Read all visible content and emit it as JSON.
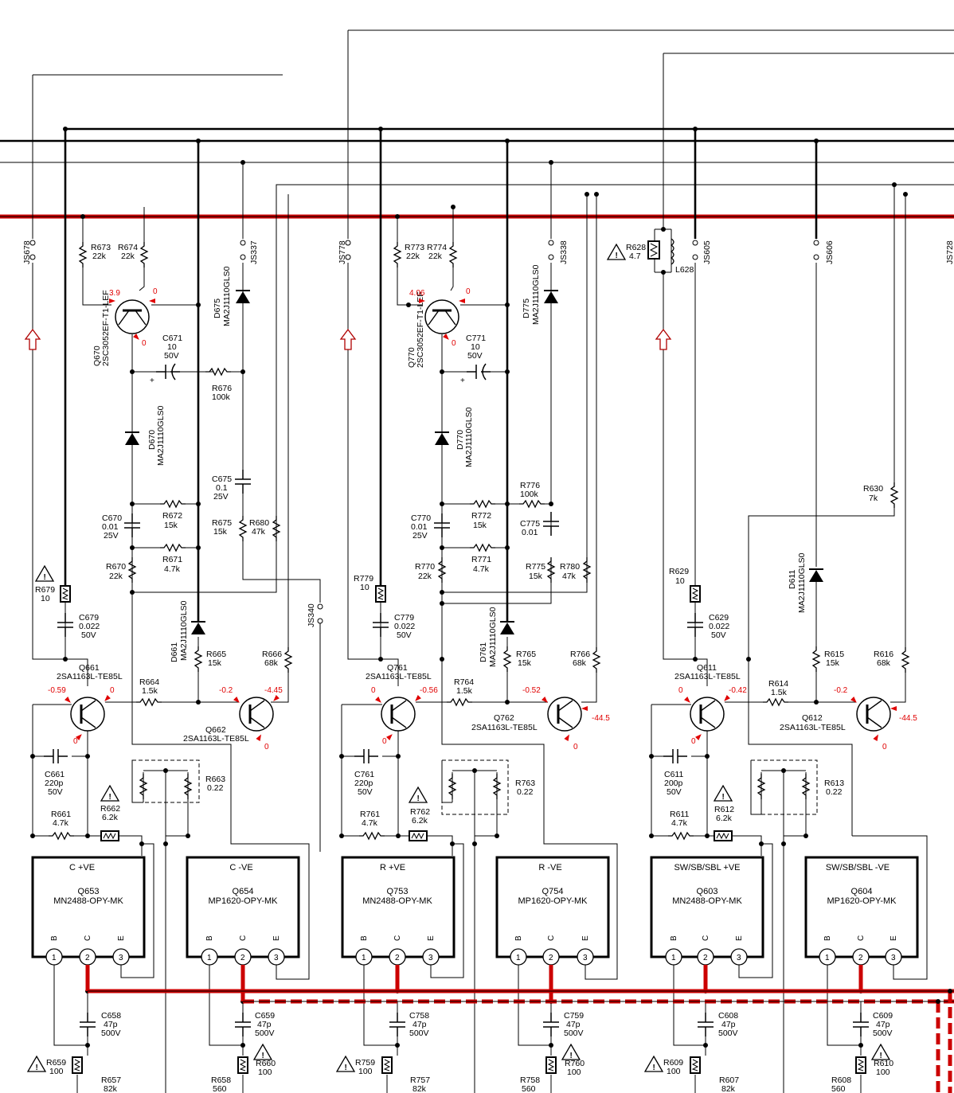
{
  "colors": {
    "wire": "#000000",
    "rail": "#cc0000",
    "voltage": "#e00000"
  },
  "jumpers": [
    {
      "id": "js678",
      "label": "JS678"
    },
    {
      "id": "js337",
      "label": "JS337"
    },
    {
      "id": "js778",
      "label": "JS778"
    },
    {
      "id": "js338",
      "label": "JS338"
    },
    {
      "id": "js605",
      "label": "JS605"
    },
    {
      "id": "js606",
      "label": "JS606"
    },
    {
      "id": "js728",
      "label": "JS728"
    },
    {
      "id": "js340",
      "label": "JS340"
    }
  ],
  "channels": [
    {
      "id": "c",
      "rs": [
        {
          "id": "a",
          "ref": "R673",
          "val": "22k"
        },
        {
          "id": "b",
          "ref": "R674",
          "val": "22k"
        },
        {
          "id": "c",
          "ref": "R676",
          "val": "100k"
        },
        {
          "id": "d",
          "ref": "R672",
          "val": "15k"
        },
        {
          "id": "e",
          "ref": "R671",
          "val": "4.7k"
        },
        {
          "id": "f",
          "ref": "R670",
          "val": "22k"
        },
        {
          "id": "g",
          "ref": "R675",
          "val": "15k"
        },
        {
          "id": "h",
          "ref": "R680",
          "val": "47k"
        },
        {
          "id": "i",
          "ref": "R665",
          "val": "15k"
        },
        {
          "id": "j",
          "ref": "R666",
          "val": "68k"
        },
        {
          "id": "k",
          "ref": "R664",
          "val": "1.5k"
        },
        {
          "id": "l",
          "ref": "R663",
          "val": "0.22"
        },
        {
          "id": "m",
          "ref": "R661",
          "val": "4.7k"
        }
      ],
      "caps": [
        {
          "id": "a",
          "ref": "C671",
          "v1": "10",
          "v2": "50V"
        },
        {
          "id": "b",
          "ref": "C675",
          "v1": "0.1",
          "v2": "25V"
        },
        {
          "id": "c",
          "ref": "C670",
          "v1": "0.01",
          "v2": "25V"
        },
        {
          "id": "d",
          "ref": "C679",
          "v1": "0.022",
          "v2": "50V"
        },
        {
          "id": "e",
          "ref": "C661",
          "v1": "220p",
          "v2": "50V"
        }
      ],
      "fuses": [
        {
          "id": "a",
          "ref": "R679",
          "val": "10"
        },
        {
          "id": "b",
          "ref": "R662",
          "val": "6.2k"
        }
      ],
      "diodes": [
        {
          "id": "a",
          "ref": "D675",
          "part": "MA2J1110GLS0"
        },
        {
          "id": "b",
          "ref": "D670",
          "part": "MA2J1110GLS0"
        },
        {
          "id": "c",
          "ref": "D661",
          "part": "MA2J1110GLS0"
        }
      ],
      "q_top": {
        "ref": "Q670",
        "part": "2SC3052EF-T1-LEF",
        "vb": "3.9",
        "vc": "0",
        "ve": "0"
      },
      "q_left": {
        "ref": "Q661",
        "part": "2SA1163L-TE85L",
        "vb": "-0.59",
        "vc": "0",
        "ve": "0"
      },
      "q_right": {
        "ref": "Q662",
        "part": "2SA1163L-TE85L",
        "vb": "-0.2",
        "vc": "-4.45",
        "ve": "0"
      },
      "boxes": [
        {
          "id": "a",
          "title": "C +VE",
          "ref": "Q653",
          "part": "MN2488-OPY-MK"
        },
        {
          "id": "b",
          "title": "C -VE",
          "ref": "Q654",
          "part": "MP1620-OPY-MK"
        }
      ],
      "bottom": [
        {
          "id": "a",
          "cap": "C658",
          "cv1": "47p",
          "cv2": "500V",
          "fuse": "R659",
          "fv": "100",
          "r": "R657",
          "rv": "82k"
        },
        {
          "id": "b",
          "cap": "C659",
          "cv1": "47p",
          "cv2": "500V",
          "fuse": "R660",
          "fv": "100",
          "r": "R658",
          "rv": "560"
        }
      ]
    },
    {
      "id": "r",
      "rs": [
        {
          "id": "a",
          "ref": "R773",
          "val": "22k"
        },
        {
          "id": "b",
          "ref": "R774",
          "val": "22k"
        },
        {
          "id": "c",
          "ref": "R776",
          "val": "100k"
        },
        {
          "id": "d",
          "ref": "R772",
          "val": "15k"
        },
        {
          "id": "e",
          "ref": "R771",
          "val": "4.7k"
        },
        {
          "id": "f",
          "ref": "R770",
          "val": "22k"
        },
        {
          "id": "g",
          "ref": "R775",
          "val": "15k"
        },
        {
          "id": "h",
          "ref": "R780",
          "val": "47k"
        },
        {
          "id": "i",
          "ref": "R765",
          "val": "15k"
        },
        {
          "id": "j",
          "ref": "R766",
          "val": "68k"
        },
        {
          "id": "k",
          "ref": "R764",
          "val": "1.5k"
        },
        {
          "id": "l",
          "ref": "R763",
          "val": "0.22"
        },
        {
          "id": "m",
          "ref": "R761",
          "val": "4.7k"
        }
      ],
      "caps": [
        {
          "id": "a",
          "ref": "C771",
          "v1": "10",
          "v2": "50V"
        },
        {
          "id": "b",
          "ref": "C775",
          "v1": "0.01",
          "v2": ""
        },
        {
          "id": "c",
          "ref": "C770",
          "v1": "0.01",
          "v2": "25V"
        },
        {
          "id": "d",
          "ref": "C779",
          "v1": "0.022",
          "v2": "50V"
        },
        {
          "id": "e",
          "ref": "C761",
          "v1": "220p",
          "v2": "50V"
        }
      ],
      "fuses": [
        {
          "id": "a",
          "ref": "R779",
          "val": "10"
        },
        {
          "id": "b",
          "ref": "R762",
          "val": "6.2k"
        }
      ],
      "diodes": [
        {
          "id": "a",
          "ref": "D775",
          "part": "MA2J1110GLS0"
        },
        {
          "id": "b",
          "ref": "D770",
          "part": "MA2J1110GLS0"
        },
        {
          "id": "c",
          "ref": "D761",
          "part": "MA2J1110GLS0"
        }
      ],
      "q_top": {
        "ref": "Q770",
        "part": "2SC3052EF-T1-LEF",
        "vb": "4.06",
        "vc": "0",
        "ve": "0"
      },
      "q_left": {
        "ref": "Q761",
        "part": "2SA1163L-TE85L",
        "vb": "0",
        "vc": "-0.56",
        "ve": "0"
      },
      "q_right": {
        "ref": "Q762",
        "part": "2SA1163L-TE85L",
        "vb": "-0.52",
        "vc": "-44.5",
        "ve": "0"
      },
      "boxes": [
        {
          "id": "a",
          "title": "R +VE",
          "ref": "Q753",
          "part": "MN2488-OPY-MK"
        },
        {
          "id": "b",
          "title": "R -VE",
          "ref": "Q754",
          "part": "MP1620-OPY-MK"
        }
      ],
      "bottom": [
        {
          "id": "a",
          "cap": "C758",
          "cv1": "47p",
          "cv2": "500V",
          "fuse": "R759",
          "fv": "100",
          "r": "R757",
          "rv": "82k"
        },
        {
          "id": "b",
          "cap": "C759",
          "cv1": "47p",
          "cv2": "500V",
          "fuse": "R760",
          "fv": "100",
          "r": "R758",
          "rv": "560"
        }
      ]
    },
    {
      "id": "sw",
      "rs": [
        {
          "id": "a",
          "ref": "",
          "val": ""
        },
        {
          "id": "b",
          "ref": "",
          "val": ""
        },
        {
          "id": "c",
          "ref": "",
          "val": ""
        },
        {
          "id": "d",
          "ref": "",
          "val": ""
        },
        {
          "id": "e",
          "ref": "",
          "val": ""
        },
        {
          "id": "f",
          "ref": "",
          "val": ""
        },
        {
          "id": "g",
          "ref": "",
          "val": ""
        },
        {
          "id": "h",
          "ref": "R630",
          "val": "7k"
        },
        {
          "id": "i",
          "ref": "R615",
          "val": "15k"
        },
        {
          "id": "j",
          "ref": "R616",
          "val": "68k"
        },
        {
          "id": "k",
          "ref": "R614",
          "val": "1.5k"
        },
        {
          "id": "l",
          "ref": "R613",
          "val": "0.22"
        },
        {
          "id": "m",
          "ref": "R611",
          "val": "4.7k"
        }
      ],
      "caps": [
        {
          "id": "a",
          "ref": "",
          "v1": "",
          "v2": ""
        },
        {
          "id": "b",
          "ref": "",
          "v1": "",
          "v2": ""
        },
        {
          "id": "c",
          "ref": "",
          "v1": "",
          "v2": ""
        },
        {
          "id": "d",
          "ref": "C629",
          "v1": "0.022",
          "v2": "50V"
        },
        {
          "id": "e",
          "ref": "C611",
          "v1": "200p",
          "v2": "50V"
        }
      ],
      "fuses": [
        {
          "id": "a",
          "ref": "R629",
          "val": "10"
        },
        {
          "id": "b",
          "ref": "R612",
          "val": "6.2k"
        }
      ],
      "diodes": [
        {
          "id": "a",
          "ref": "",
          "part": ""
        },
        {
          "id": "b",
          "ref": "",
          "part": ""
        },
        {
          "id": "c",
          "ref": "D611",
          "part": "MA2J1110GLS0"
        }
      ],
      "q_top": {
        "ref": "",
        "part": "",
        "vb": "",
        "vc": "",
        "ve": ""
      },
      "q_left": {
        "ref": "Q611",
        "part": "2SA1163L-TE85L",
        "vb": "0",
        "vc": "-0.42",
        "ve": "0"
      },
      "q_right": {
        "ref": "Q612",
        "part": "2SA1163L-TE85L",
        "vb": "-0.2",
        "vc": "-44.5",
        "ve": "0"
      },
      "boxes": [
        {
          "id": "a",
          "title": "SW/SB/SBL +VE",
          "ref": "Q603",
          "part": "MN2488-OPY-MK"
        },
        {
          "id": "b",
          "title": "SW/SB/SBL -VE",
          "ref": "Q604",
          "part": "MP1620-OPY-MK"
        }
      ],
      "bottom": [
        {
          "id": "a",
          "cap": "C608",
          "cv1": "47p",
          "cv2": "500V",
          "fuse": "R609",
          "fv": "100",
          "r": "R607",
          "rv": "82k"
        },
        {
          "id": "b",
          "cap": "C609",
          "cv1": "47p",
          "cv2": "500V",
          "fuse": "R610",
          "fv": "100",
          "r": "R608",
          "rv": "560"
        }
      ]
    }
  ],
  "extra": {
    "r628": {
      "ref": "R628",
      "val": "4.7"
    },
    "l628": {
      "ref": "L628"
    },
    "pins": {
      "b": "B",
      "c": "C",
      "e": "E",
      "p1": "1",
      "p2": "2",
      "p3": "3"
    }
  }
}
